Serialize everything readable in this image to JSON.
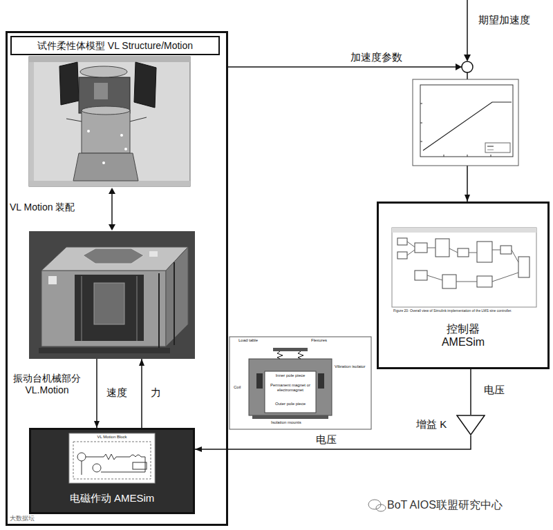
{
  "diagram": {
    "nodes": [
      {
        "text": [
          "试件柔性体模型 VL Structure/Motion"
        ]
      },
      {
        "text": [
          "振动台机械部分 VL.Motion"
        ],
        "in": 0
      },
      {
        "text": [
          "电磁作动 AMESim"
        ],
        "in": 0
      },
      {
        "text": [
          "控制器 AMESim"
        ]
      },
      {
        "text": [
          "增益 K"
        ]
      }
    ],
    "edges": [
      {
        "from": 1,
        "to": 2,
        "label": "速度",
        "arrow": "to"
      },
      {
        "from": 2,
        "to": 1,
        "label": "力",
        "arrow": "to"
      },
      {
        "from": 0,
        "to": 3,
        "label": "加速度参数",
        "arrow": "to"
      },
      {
        "from": 3,
        "to": 4,
        "label": "电压",
        "arrow": "none"
      },
      {
        "from": 4,
        "to": 2,
        "label": "电压",
        "arrow": "to"
      }
    ],
    "labels": [
      "期望加速度",
      "VL Motion 装配",
      "VL Motion Block",
      "Figure 20: Overall view of Simulink implementation of the LMS sine controller.",
      "Load table",
      "Flexures",
      "Coil",
      "Inner pole piece",
      "Permanent magnet or electromagnet",
      "Outer pole piece",
      "Vibration isolator",
      "Isolation mounts",
      "BoT AIOS联盟研究中心",
      "大数据坛"
    ]
  }
}
